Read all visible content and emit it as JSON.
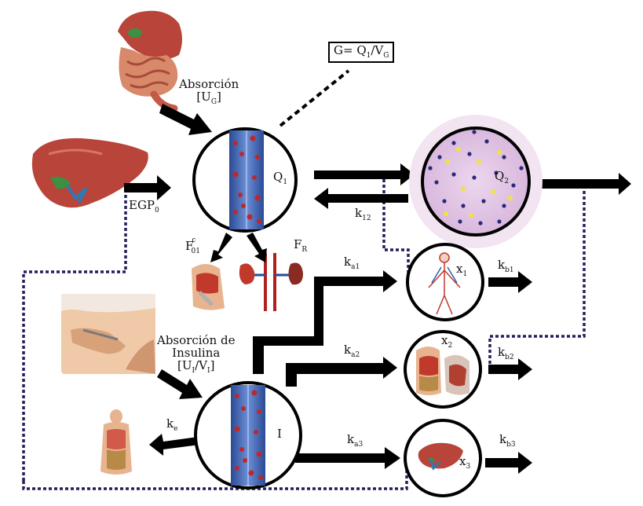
{
  "labels": {
    "absorcion_glucose": "Absorción",
    "ug": {
      "base": "[U",
      "sub": "G",
      "end": "]"
    },
    "g_formula": {
      "a": "G= Q",
      "sub1": "1",
      "b": "/V",
      "sub2": "G"
    },
    "q1": {
      "base": "Q",
      "sub": "1"
    },
    "q2": {
      "base": "Q",
      "sub": "2"
    },
    "egp0": {
      "base": "EGP",
      "sub": "0"
    },
    "k12": {
      "base": "k",
      "sub": "12"
    },
    "f01c": {
      "base": "F",
      "sup": "c",
      "sub": "01"
    },
    "fr": {
      "base": "F",
      "sub": "R"
    },
    "ka1": {
      "base": "k",
      "sub": "a1"
    },
    "ka2": {
      "base": "k",
      "sub": "a2"
    },
    "ka3": {
      "base": "k",
      "sub": "a3"
    },
    "kb1": {
      "base": "k",
      "sub": "b1"
    },
    "kb2": {
      "base": "k",
      "sub": "b2"
    },
    "kb3": {
      "base": "k",
      "sub": "b3"
    },
    "x1": {
      "base": "x",
      "sub": "1"
    },
    "x2": {
      "base": "x",
      "sub": "2"
    },
    "x3": {
      "base": "x",
      "sub": "3"
    },
    "insulin_line1": "Absorción de",
    "insulin_line2": "Insulina",
    "ui_vi": {
      "a": "[U",
      "sub1": "I",
      "b": "/V",
      "sub2": "I",
      "c": "]"
    },
    "i": "I",
    "ke": {
      "base": "k",
      "sub": "e"
    }
  },
  "colors": {
    "arrow": "#000000",
    "dotted_feedback": "#241e5c",
    "vessel_blue": "#3a5fb0",
    "blood_red": "#c0262a",
    "q2_fill": "#e6cde8",
    "q2_dot_dark": "#2a2a7a",
    "q2_dot_yellow": "#f2e23a",
    "organ_red": "#b8443a",
    "skin": "#e7b48f"
  },
  "icons": [
    "stomach-intestine-icon",
    "liver-icon",
    "injection-icon",
    "torso-organs-icon",
    "muscle-shoulder-icon",
    "kidney-icon",
    "vascular-body-icon",
    "liver-small-icon"
  ]
}
